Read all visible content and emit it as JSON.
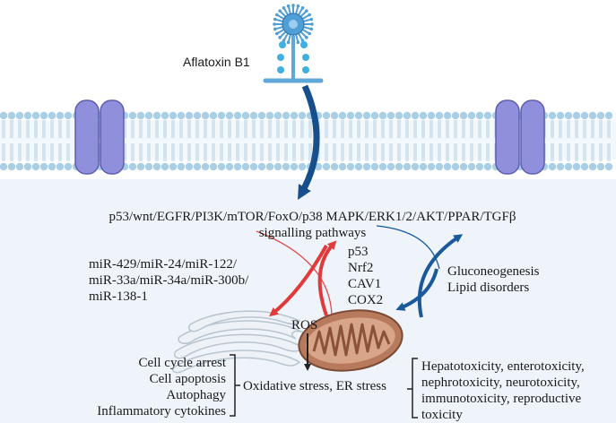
{
  "colors": {
    "cell_interior": "#eef4fa",
    "membrane_head": "#a9cfe6",
    "channel": "#8f8fdb",
    "blue_arrow": "#1a5a9a",
    "red_arrow": "#e03a3a",
    "mitochondrion": "#b77a5c",
    "er": "#e6ecf2",
    "fungus": "#5fa8d8",
    "spores": "#3fb0e0"
  },
  "icons": [
    "aspergillus-fungus-icon",
    "membrane-channel-icon",
    "mitochondrion-icon",
    "endoplasmic-reticulum-icon"
  ],
  "labels": {
    "toxin": "Aflatoxin B1",
    "pathways_line1": "p53/wnt/EGFR/PI3K/mTOR/FoxO/p38 MAPK/ERK1/2/AKT/PPAR/TGFβ",
    "pathways_line2": "signalling pathways",
    "mirna": [
      "miR-429/miR-24/miR-122/",
      "miR-33a/miR-34a/miR-300b/",
      "miR-138-1"
    ],
    "proteins": [
      "p53",
      "Nrf2",
      "CAV1",
      "COX2"
    ],
    "metabolic": [
      "Gluconeogenesis",
      "Lipid disorders"
    ],
    "ros": "ROS",
    "cell_effects": [
      "Cell cycle arrest",
      "Cell apoptosis",
      "Autophagy",
      "Inflammatory cytokines"
    ],
    "stress": "Oxidative stress, ER stress",
    "toxicity": [
      "Hepatotoxicity, enterotoxicity,",
      "nephrotoxicity, neurotoxicity,",
      "immunotoxicity, reproductive",
      "toxicity"
    ]
  }
}
